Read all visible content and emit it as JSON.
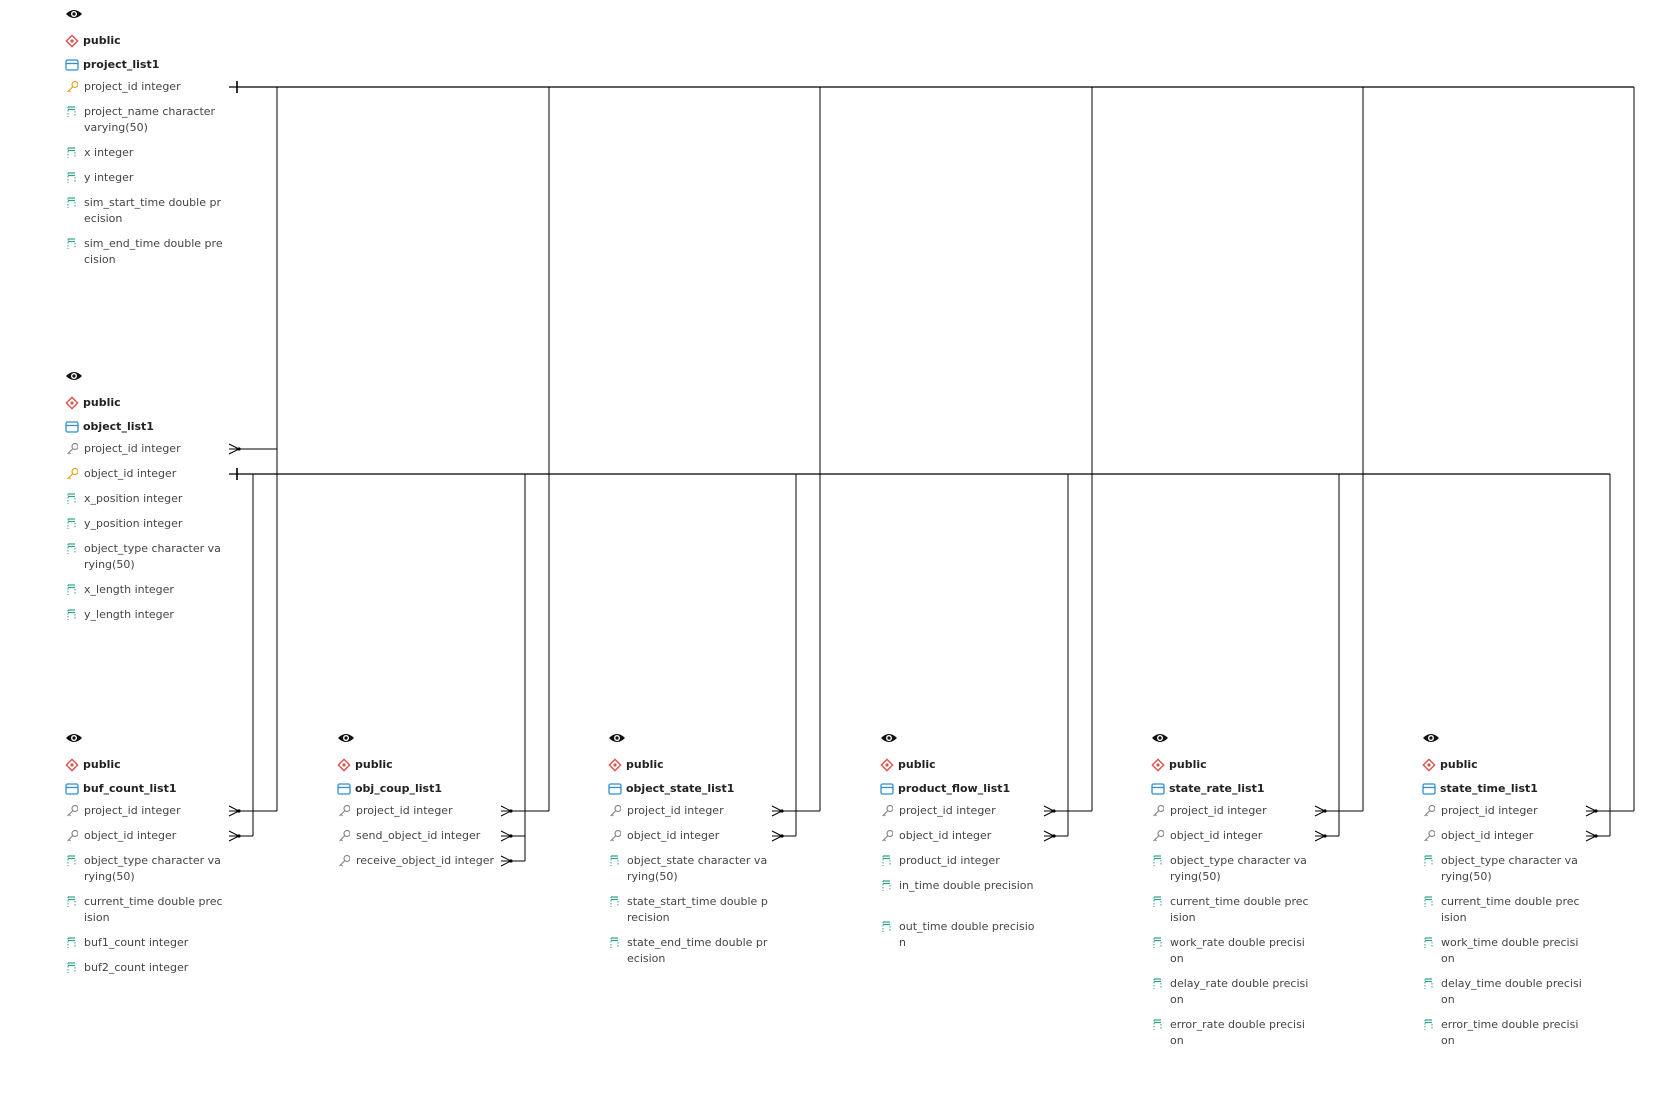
{
  "colors": {
    "line": "#000000",
    "schema_icon": "#d9534f",
    "table_icon": "#2f8fd0",
    "pk_icon": "#e0a526",
    "fk_icon": "#8a8a8a",
    "column_icon": "#2aa188",
    "eye_icon": "#111111"
  },
  "tables": [
    {
      "id": "project_list1",
      "schema": "public",
      "name": "project_list1",
      "columns": [
        {
          "text": "project_id integer",
          "key": "pk"
        },
        {
          "text": "project_name character varying(50)",
          "key": "none"
        },
        {
          "text": "x integer",
          "key": "none"
        },
        {
          "text": "y integer",
          "key": "none"
        },
        {
          "text": "sim_start_time double precision",
          "key": "none"
        },
        {
          "text": "sim_end_time double precision",
          "key": "none"
        }
      ]
    },
    {
      "id": "object_list1",
      "schema": "public",
      "name": "object_list1",
      "columns": [
        {
          "text": "project_id integer",
          "key": "fk"
        },
        {
          "text": "object_id integer",
          "key": "pk"
        },
        {
          "text": "x_position integer",
          "key": "none"
        },
        {
          "text": "y_position integer",
          "key": "none"
        },
        {
          "text": "object_type character varying(50)",
          "key": "none"
        },
        {
          "text": "x_length integer",
          "key": "none"
        },
        {
          "text": "y_length integer",
          "key": "none"
        }
      ]
    },
    {
      "id": "buf_count_list1",
      "schema": "public",
      "name": "buf_count_list1",
      "columns": [
        {
          "text": "project_id integer",
          "key": "fk"
        },
        {
          "text": "object_id integer",
          "key": "fk"
        },
        {
          "text": "object_type character varying(50)",
          "key": "none"
        },
        {
          "text": "current_time double precision",
          "key": "none"
        },
        {
          "text": "buf1_count integer",
          "key": "none"
        },
        {
          "text": "buf2_count integer",
          "key": "none"
        }
      ]
    },
    {
      "id": "obj_coup_list1",
      "schema": "public",
      "name": "obj_coup_list1",
      "columns": [
        {
          "text": "project_id integer",
          "key": "fk"
        },
        {
          "text": "send_object_id integer",
          "key": "fk"
        },
        {
          "text": "receive_object_id integer",
          "key": "fk"
        }
      ]
    },
    {
      "id": "object_state_list1",
      "schema": "public",
      "name": "object_state_list1",
      "columns": [
        {
          "text": "project_id integer",
          "key": "fk"
        },
        {
          "text": "object_id integer",
          "key": "fk"
        },
        {
          "text": "object_state character varying(50)",
          "key": "none"
        },
        {
          "text": "state_start_time double precision",
          "key": "none"
        },
        {
          "text": "state_end_time double precision",
          "key": "none"
        }
      ]
    },
    {
      "id": "product_flow_list1",
      "schema": "public",
      "name": "product_flow_list1",
      "columns": [
        {
          "text": "project_id integer",
          "key": "fk"
        },
        {
          "text": "object_id integer",
          "key": "fk"
        },
        {
          "text": "product_id integer",
          "key": "none"
        },
        {
          "text": "in_time double precision",
          "key": "none"
        },
        {
          "text": "out_time double precision",
          "key": "none"
        }
      ]
    },
    {
      "id": "state_rate_list1",
      "schema": "public",
      "name": "state_rate_list1",
      "columns": [
        {
          "text": "project_id integer",
          "key": "fk"
        },
        {
          "text": "object_id integer",
          "key": "fk"
        },
        {
          "text": "object_type character varying(50)",
          "key": "none"
        },
        {
          "text": "current_time double precision",
          "key": "none"
        },
        {
          "text": "work_rate double precision",
          "key": "none"
        },
        {
          "text": "delay_rate double precision",
          "key": "none"
        },
        {
          "text": "error_rate double precision",
          "key": "none"
        }
      ]
    },
    {
      "id": "state_time_list1",
      "schema": "public",
      "name": "state_time_list1",
      "columns": [
        {
          "text": "project_id integer",
          "key": "fk"
        },
        {
          "text": "object_id integer",
          "key": "fk"
        },
        {
          "text": "object_type character varying(50)",
          "key": "none"
        },
        {
          "text": "current_time double precision",
          "key": "none"
        },
        {
          "text": "work_time double precision",
          "key": "none"
        },
        {
          "text": "delay_time double precision",
          "key": "none"
        },
        {
          "text": "error_time double precision",
          "key": "none"
        }
      ]
    }
  ],
  "relationships": [
    {
      "from_table": "project_list1",
      "from_column": "project_id integer",
      "to_table": "object_list1",
      "to_column": "project_id integer"
    },
    {
      "from_table": "project_list1",
      "from_column": "project_id integer",
      "to_table": "buf_count_list1",
      "to_column": "project_id integer"
    },
    {
      "from_table": "project_list1",
      "from_column": "project_id integer",
      "to_table": "obj_coup_list1",
      "to_column": "project_id integer"
    },
    {
      "from_table": "project_list1",
      "from_column": "project_id integer",
      "to_table": "object_state_list1",
      "to_column": "project_id integer"
    },
    {
      "from_table": "project_list1",
      "from_column": "project_id integer",
      "to_table": "product_flow_list1",
      "to_column": "project_id integer"
    },
    {
      "from_table": "project_list1",
      "from_column": "project_id integer",
      "to_table": "state_rate_list1",
      "to_column": "project_id integer"
    },
    {
      "from_table": "project_list1",
      "from_column": "project_id integer",
      "to_table": "state_time_list1",
      "to_column": "project_id integer"
    },
    {
      "from_table": "object_list1",
      "from_column": "object_id integer",
      "to_table": "buf_count_list1",
      "to_column": "object_id integer"
    },
    {
      "from_table": "object_list1",
      "from_column": "object_id integer",
      "to_table": "obj_coup_list1",
      "to_column": "send_object_id integer"
    },
    {
      "from_table": "object_list1",
      "from_column": "object_id integer",
      "to_table": "obj_coup_list1",
      "to_column": "receive_object_id integer"
    },
    {
      "from_table": "object_list1",
      "from_column": "object_id integer",
      "to_table": "object_state_list1",
      "to_column": "object_id integer"
    },
    {
      "from_table": "object_list1",
      "from_column": "object_id integer",
      "to_table": "product_flow_list1",
      "to_column": "object_id integer"
    },
    {
      "from_table": "object_list1",
      "from_column": "object_id integer",
      "to_table": "state_rate_list1",
      "to_column": "object_id integer"
    },
    {
      "from_table": "object_list1",
      "from_column": "object_id integer",
      "to_table": "state_time_list1",
      "to_column": "object_id integer"
    }
  ]
}
